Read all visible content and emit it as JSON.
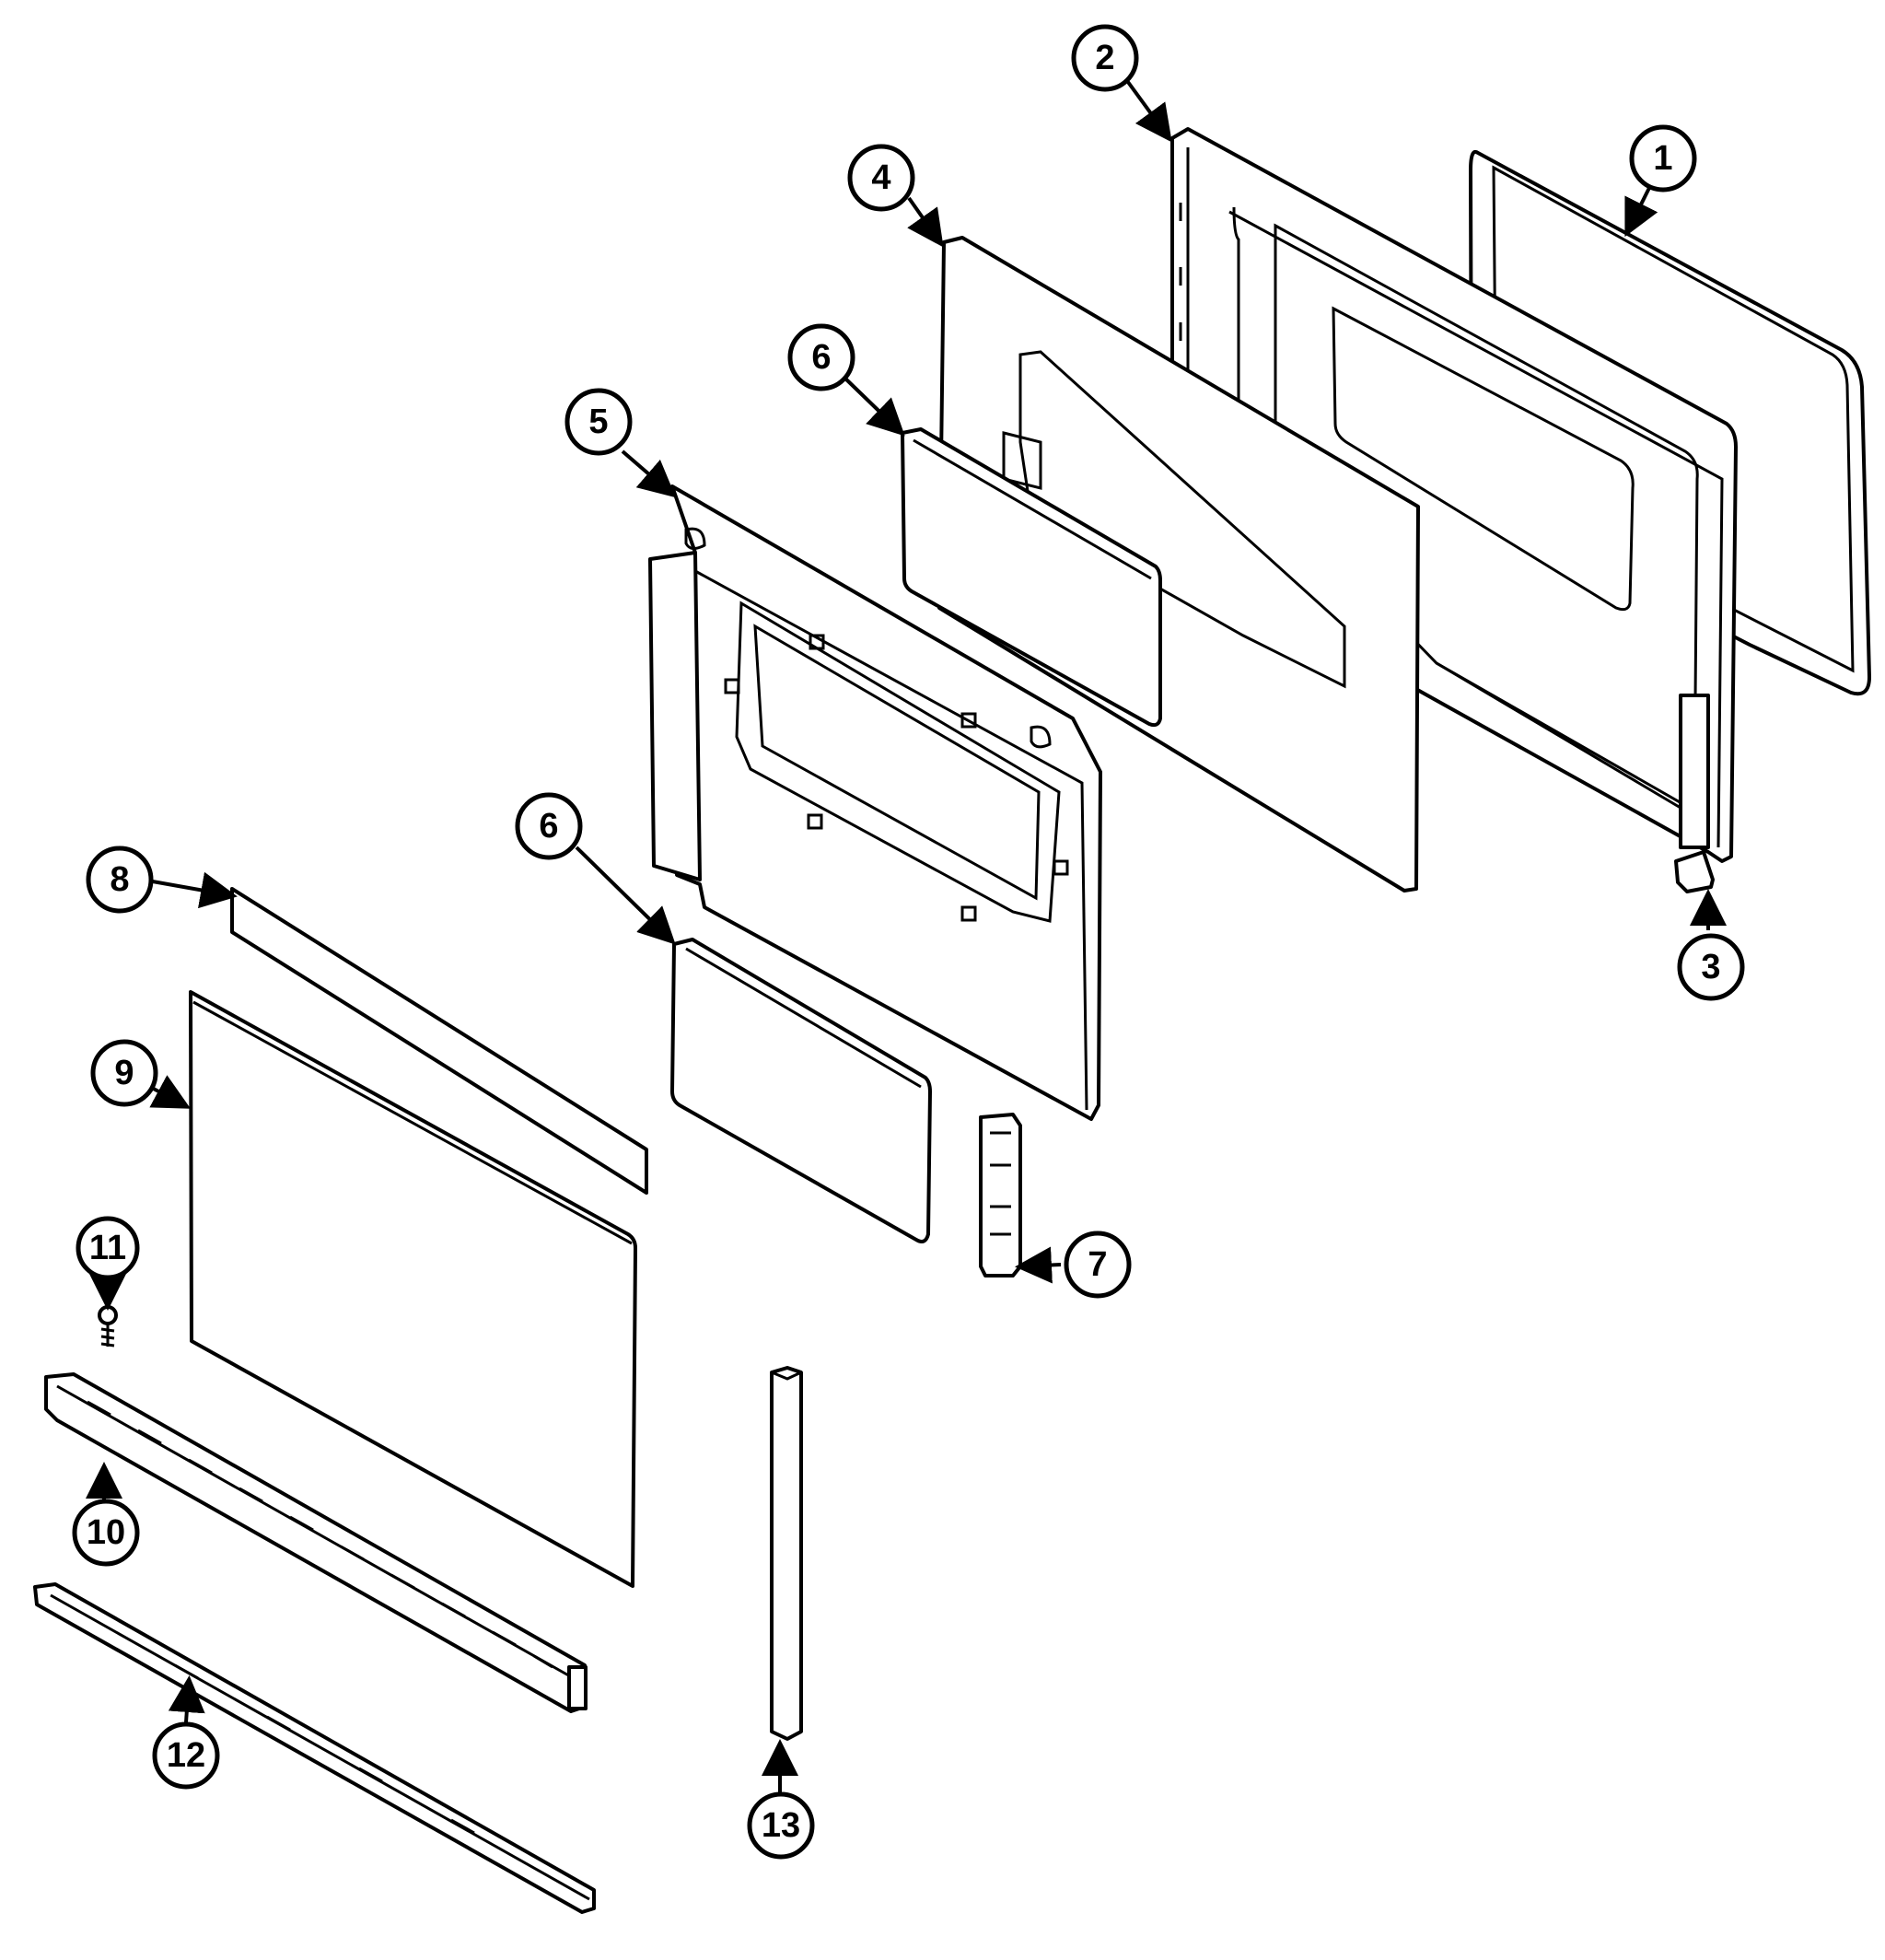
{
  "callouts": [
    {
      "label": "1"
    },
    {
      "label": "2"
    },
    {
      "label": "3"
    },
    {
      "label": "4"
    },
    {
      "label": "5"
    },
    {
      "label": "6"
    },
    {
      "label": "6"
    },
    {
      "label": "7"
    },
    {
      "label": "8"
    },
    {
      "label": "9"
    },
    {
      "label": "10"
    },
    {
      "label": "11"
    },
    {
      "label": "12"
    },
    {
      "label": "13"
    }
  ]
}
